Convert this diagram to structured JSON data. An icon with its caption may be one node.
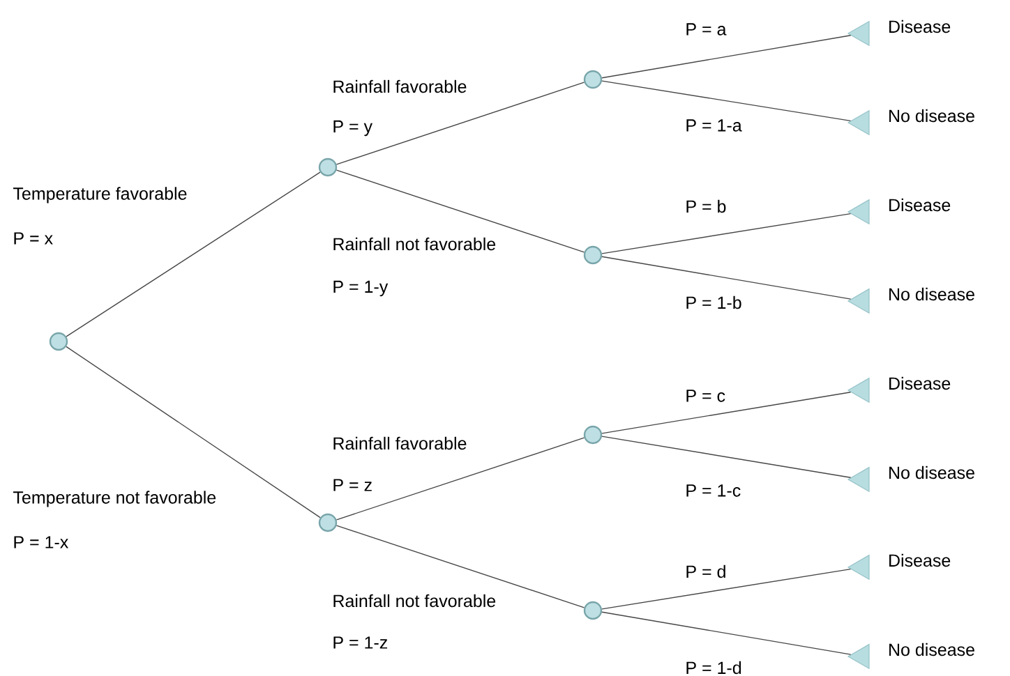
{
  "diagram": {
    "nodes": [
      {
        "text": [],
        "shape": "circle"
      },
      {
        "text": [],
        "shape": "circle"
      },
      {
        "text": [],
        "shape": "circle"
      },
      {
        "text": [],
        "shape": "circle"
      },
      {
        "text": [],
        "shape": "circle"
      },
      {
        "text": [],
        "shape": "circle"
      },
      {
        "text": [],
        "shape": "circle"
      },
      {
        "text": [],
        "shape": "triangle",
        "beside": [
          "Disease"
        ]
      },
      {
        "text": [],
        "shape": "triangle",
        "beside": [
          "No disease"
        ]
      },
      {
        "text": [],
        "shape": "triangle",
        "beside": [
          "Disease"
        ]
      },
      {
        "text": [],
        "shape": "triangle",
        "beside": [
          "No disease"
        ]
      },
      {
        "text": [],
        "shape": "triangle",
        "beside": [
          "Disease"
        ]
      },
      {
        "text": [],
        "shape": "triangle",
        "beside": [
          "No disease"
        ]
      },
      {
        "text": [],
        "shape": "triangle",
        "beside": [
          "Disease"
        ]
      },
      {
        "text": [],
        "shape": "triangle",
        "beside": [
          "No disease"
        ]
      }
    ],
    "edges": [
      {
        "from": 0,
        "to": 1,
        "arrow": "none"
      },
      {
        "from": 0,
        "to": 2,
        "arrow": "none"
      },
      {
        "from": 1,
        "to": 3,
        "arrow": "none"
      },
      {
        "from": 1,
        "to": 4,
        "arrow": "none"
      },
      {
        "from": 2,
        "to": 5,
        "arrow": "none"
      },
      {
        "from": 2,
        "to": 6,
        "arrow": "none"
      },
      {
        "from": 3,
        "to": 7,
        "arrow": "none",
        "label": "P = a"
      },
      {
        "from": 3,
        "to": 8,
        "arrow": "none",
        "label": "P = 1-a"
      },
      {
        "from": 4,
        "to": 9,
        "arrow": "none",
        "label": "P = b"
      },
      {
        "from": 4,
        "to": 10,
        "arrow": "none",
        "label": "P = 1-b"
      },
      {
        "from": 5,
        "to": 11,
        "arrow": "none",
        "label": "P = c"
      },
      {
        "from": 5,
        "to": 12,
        "arrow": "none",
        "label": "P = 1-c"
      },
      {
        "from": 6,
        "to": 13,
        "arrow": "none",
        "label": "P = d"
      },
      {
        "from": 6,
        "to": 14,
        "arrow": "none",
        "label": "P = 1-d"
      }
    ],
    "labels": [
      "Rainfall favorable",
      "P = y",
      "Temperature favorable",
      "P = x",
      "Rainfall not favorable",
      "P = 1-y",
      "Rainfall favorable",
      "P = z",
      "Temperature not favorable",
      "P = 1-x",
      "Rainfall not favorable",
      "P = 1-z"
    ]
  }
}
